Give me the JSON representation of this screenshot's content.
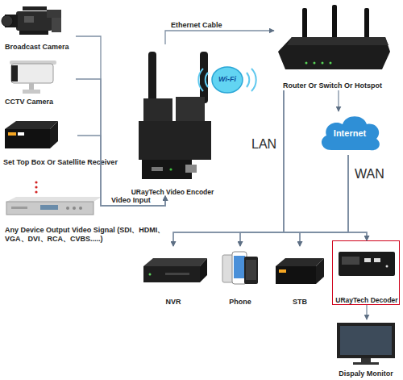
{
  "diagram": {
    "nodes": [
      {
        "text": [
          "Broadcast Camera"
        ]
      },
      {
        "text": [
          "CCTV Camera"
        ]
      },
      {
        "text": [
          "Set Top Box Or Satellite Receiver"
        ]
      },
      {
        "text": [
          "Any Device Output Video Signal (SDI、HDMI、VGA、DVI、RCA、CVBS.....)"
        ]
      },
      {
        "text": [
          "URayTech Video Encoder"
        ]
      },
      {
        "text": [
          "Wi-Fi"
        ]
      },
      {
        "text": [
          "Router Or Switch Or Hotspot"
        ]
      },
      {
        "text": [
          "Internet"
        ]
      },
      {
        "text": [
          "NVR"
        ]
      },
      {
        "text": [
          "Phone"
        ]
      },
      {
        "text": [
          "STB"
        ]
      },
      {
        "text": [
          "URayTech Decoder"
        ]
      },
      {
        "text": [
          "Dispaly Monitor"
        ]
      }
    ],
    "edges": [
      {
        "from": 0,
        "to": 4,
        "arrow": "to"
      },
      {
        "from": 1,
        "to": 4,
        "arrow": "to"
      },
      {
        "from": 2,
        "to": 4,
        "arrow": "to"
      },
      {
        "from": 3,
        "to": 4,
        "arrow": "to",
        "label": "Video Input"
      },
      {
        "from": 4,
        "to": 6,
        "arrow": "to",
        "label": "Ethernet Cable"
      },
      {
        "from": 6,
        "to": 7,
        "arrow": "to"
      },
      {
        "from": 6,
        "to": 8,
        "arrow": "to"
      },
      {
        "from": 6,
        "to": 9,
        "arrow": "to"
      },
      {
        "from": 6,
        "to": 10,
        "arrow": "to"
      },
      {
        "from": 6,
        "to": 11,
        "arrow": "to"
      },
      {
        "from": 7,
        "to": 8,
        "arrow": "to"
      },
      {
        "from": 7,
        "to": 9,
        "arrow": "to"
      },
      {
        "from": 7,
        "to": 10,
        "arrow": "to"
      },
      {
        "from": 7,
        "to": 11,
        "arrow": "to"
      },
      {
        "from": 11,
        "to": 12,
        "arrow": "to"
      }
    ],
    "labels": [
      "LAN",
      "WAN"
    ]
  }
}
